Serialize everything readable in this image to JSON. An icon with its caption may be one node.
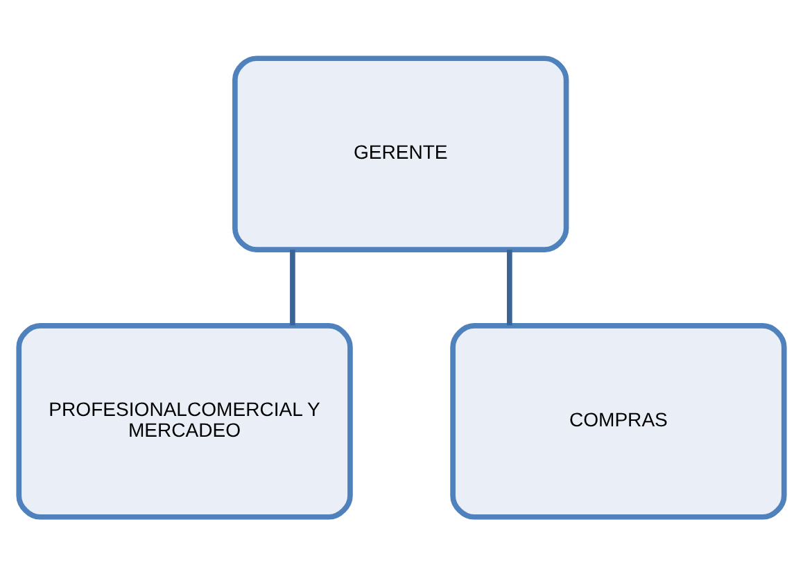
{
  "diagram": {
    "nodes": [
      {
        "text": [
          "GERENTE"
        ]
      },
      {
        "text": [
          "PROFESIONALCOMERCIAL Y MERCADEO"
        ]
      },
      {
        "text": [
          "COMPRAS"
        ]
      }
    ],
    "edges": [
      {
        "from": 0,
        "to": 1,
        "arrow": "none"
      },
      {
        "from": 0,
        "to": 2,
        "arrow": "none"
      }
    ]
  }
}
